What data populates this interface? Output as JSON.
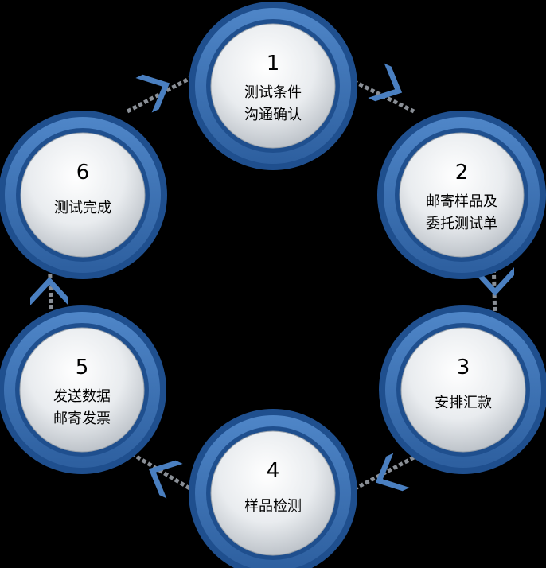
{
  "steps": [
    {
      "num": "1",
      "lines": [
        "测试条件",
        "沟通确认"
      ]
    },
    {
      "num": "2",
      "lines": [
        "邮寄样品及",
        "委托测试单"
      ]
    },
    {
      "num": "3",
      "lines": [
        "安排汇款"
      ]
    },
    {
      "num": "4",
      "lines": [
        "样品检测"
      ]
    },
    {
      "num": "5",
      "lines": [
        "发送数据",
        "邮寄发票"
      ]
    },
    {
      "num": "6",
      "lines": [
        "测试完成"
      ]
    }
  ],
  "colors": {
    "background": "#000000",
    "ring_outer": "#3f72b5",
    "ring_inner": "#1f4f8e",
    "connector": "#8a8f96",
    "arrow": "#4a7fc0"
  }
}
